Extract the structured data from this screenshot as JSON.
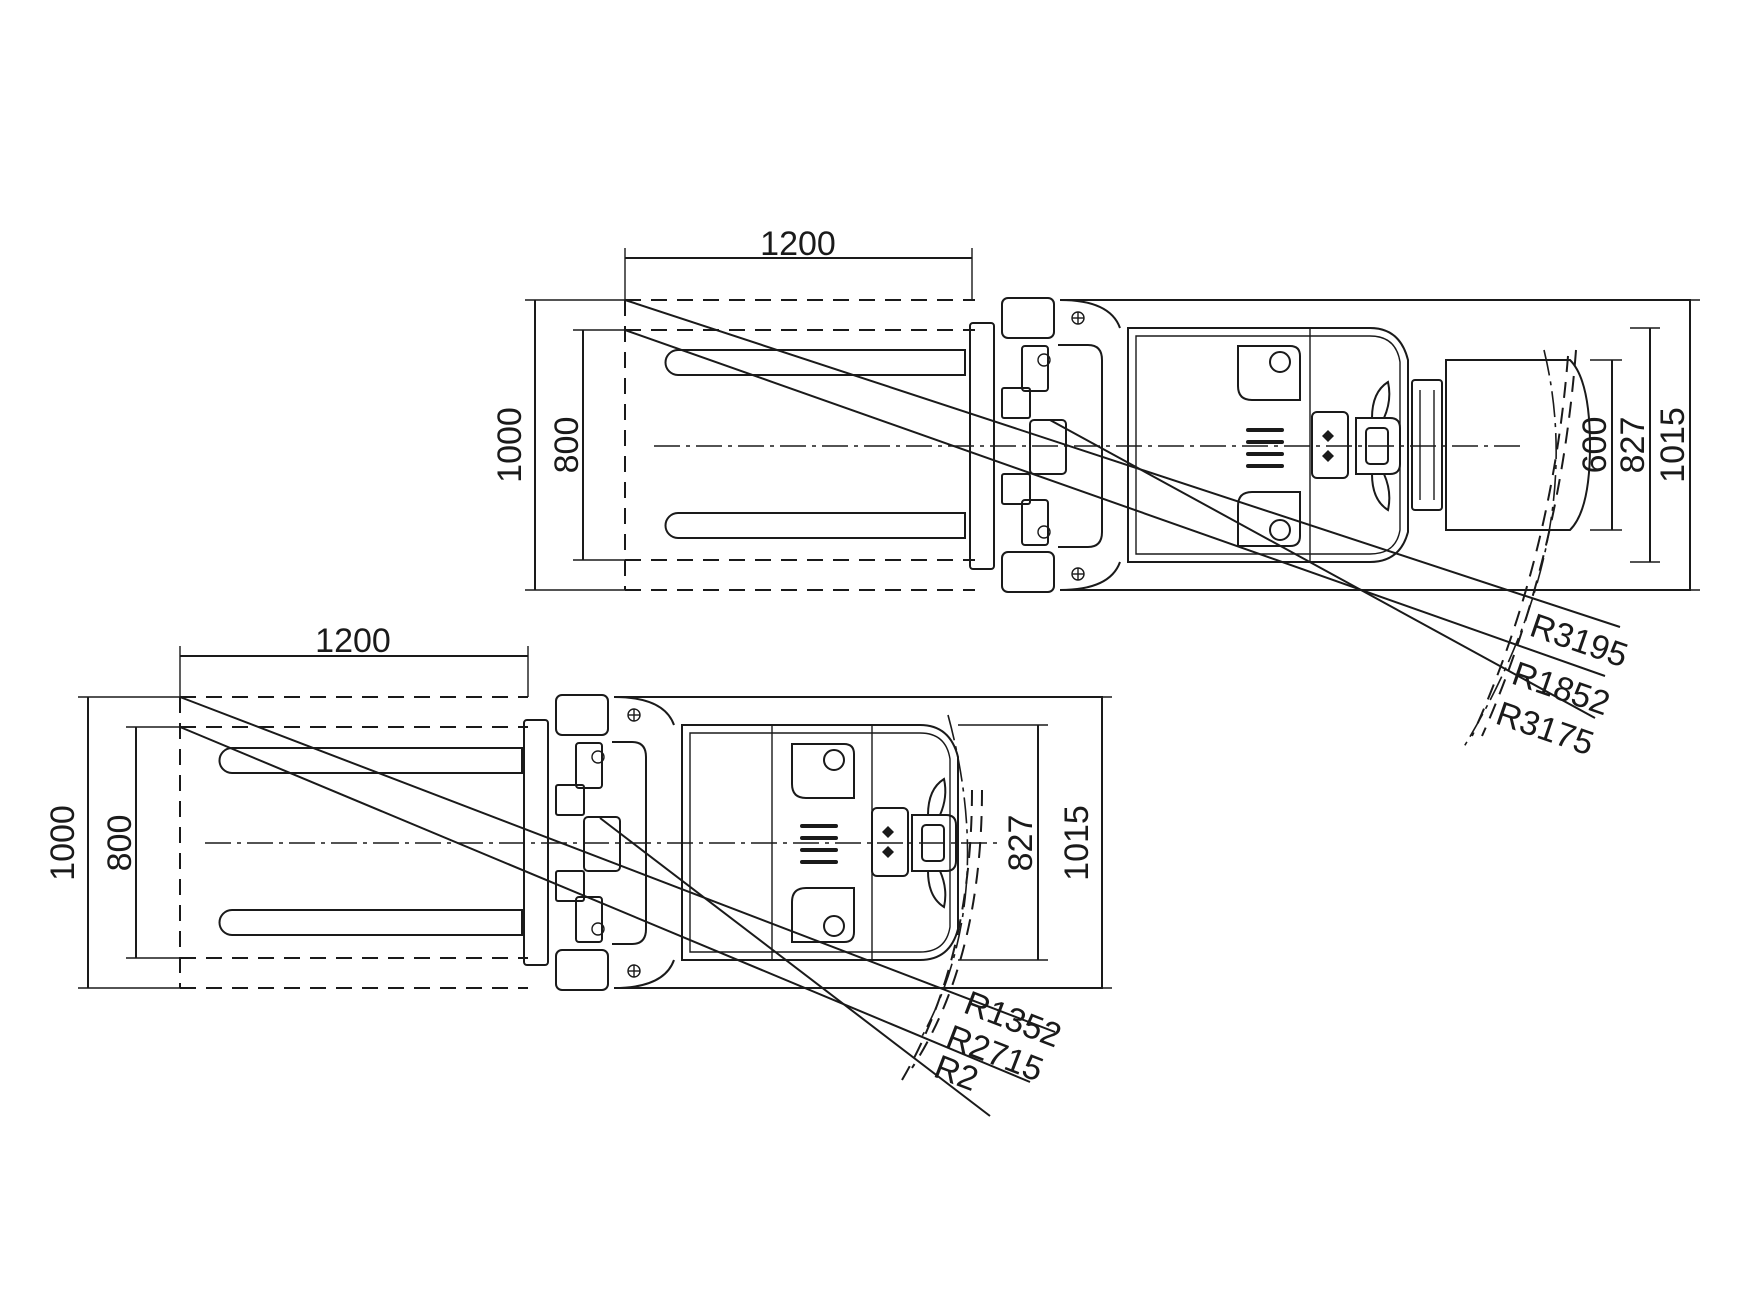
{
  "top_view": {
    "pallet_length": "1200",
    "pallet_width": "1000",
    "fork_spread": "800",
    "platform_width": "600",
    "wheel_track": "827",
    "overall_width": "1015",
    "radius_1": "R3195",
    "radius_2": "R1852",
    "radius_3": "R3175"
  },
  "bottom_view": {
    "pallet_length": "1200",
    "pallet_width": "1000",
    "fork_spread": "800",
    "wheel_track": "827",
    "overall_width": "1015",
    "radius_1": "R1352",
    "radius_2": "R2715",
    "radius_3": "R2"
  }
}
